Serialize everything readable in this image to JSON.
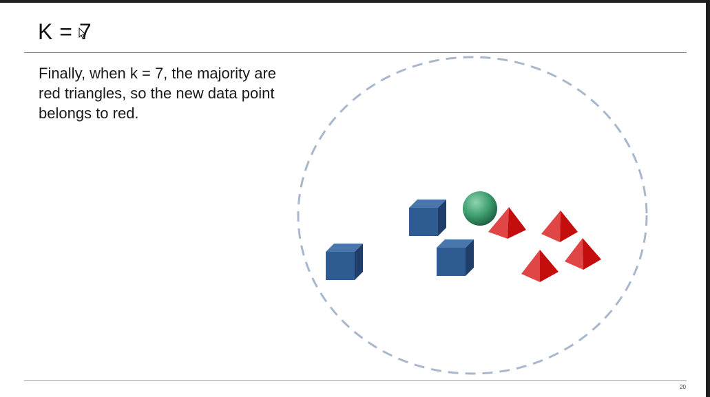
{
  "slide": {
    "title": "K = 7",
    "body": "Finally, when k = 7, the majority are red triangles, so the new data point belongs to red.",
    "page_number": "20"
  },
  "colors": {
    "blue_square_front": "#2d5b92",
    "blue_square_top": "#4a77ab",
    "blue_square_side": "#1f3f6a",
    "red_triangle_light": "#e04646",
    "red_triangle_dark": "#c40d0d",
    "new_point": "#2f8f63",
    "circle_dash": "#a9b7cc"
  },
  "icons": {
    "cursor": "cursor-icon"
  },
  "scene": {
    "neighbor_circle": "dashed-circle",
    "blue_squares": 3,
    "red_triangles": 4,
    "new_data_point": 1
  }
}
